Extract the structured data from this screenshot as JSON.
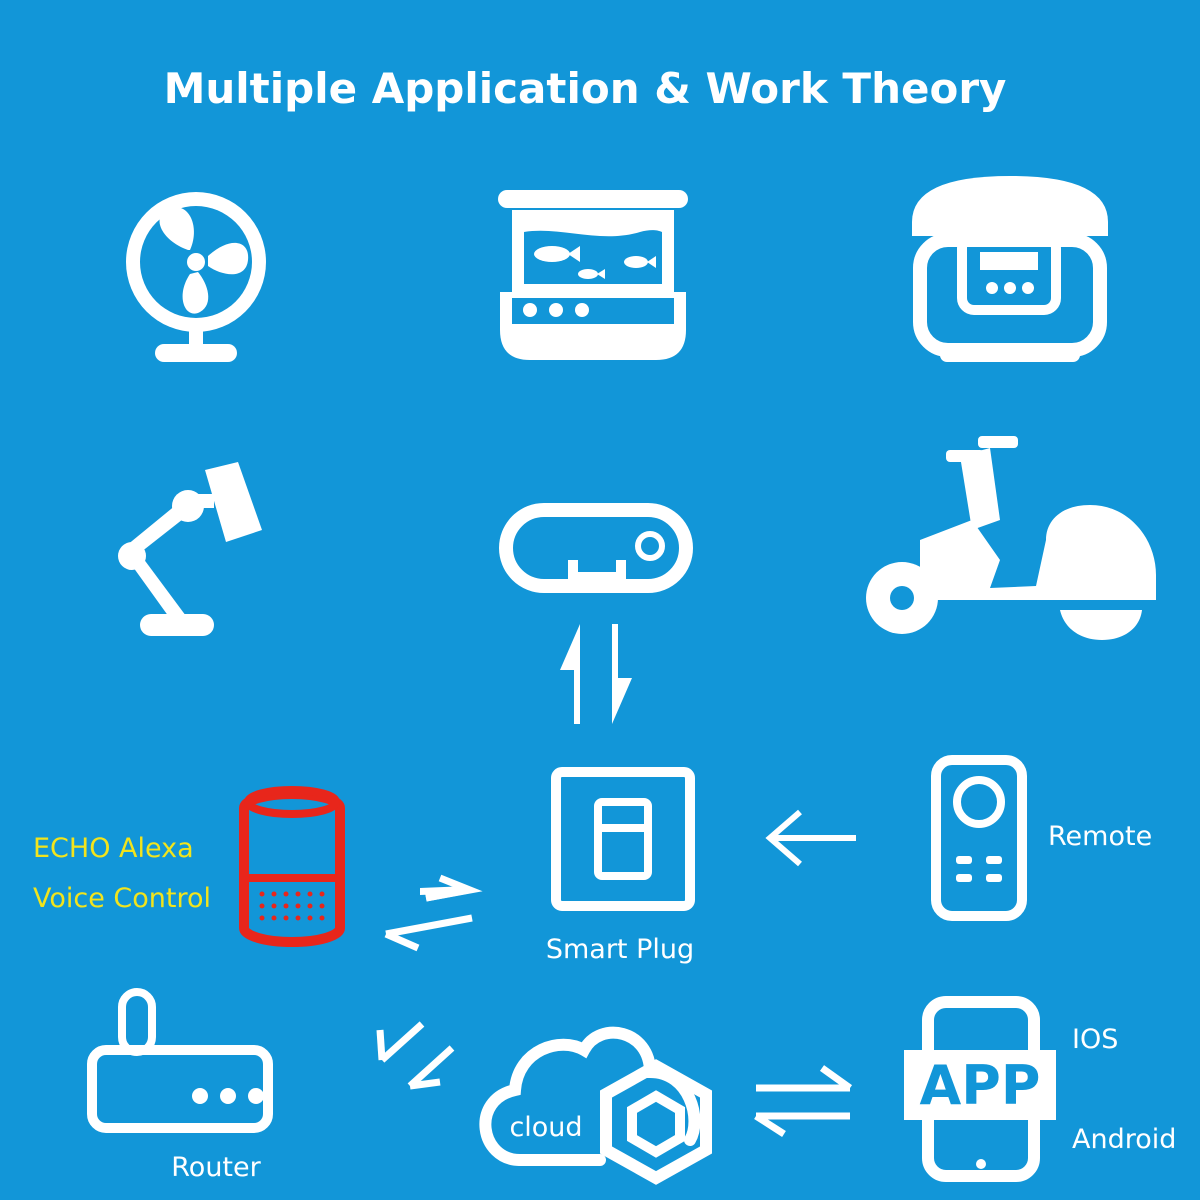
{
  "title": "Multiple Application & Work Theory",
  "colors": {
    "background": "#1296d8",
    "icon": "#ffffff",
    "echo_icon": "#e8261b",
    "echo_label": "#f2e41c"
  },
  "labels": {
    "echo_line1": "ECHO Alexa",
    "echo_line2": "Voice Control",
    "smart_plug": "Smart Plug",
    "remote": "Remote",
    "router": "Router",
    "cloud": "cloud",
    "app": "APP",
    "ios": "IOS",
    "android": "Android"
  },
  "icons": {
    "fan": "fan-icon",
    "aquarium": "aquarium-icon",
    "rice_cooker": "rice-cooker-icon",
    "desk_lamp": "desk-lamp-icon",
    "water_heater": "water-heater-icon",
    "scooter": "scooter-icon",
    "echo_speaker": "echo-speaker-icon",
    "smart_plug": "smart-plug-icon",
    "remote": "remote-control-icon",
    "router": "router-icon",
    "cloud": "cloud-icon",
    "phone": "phone-icon"
  }
}
